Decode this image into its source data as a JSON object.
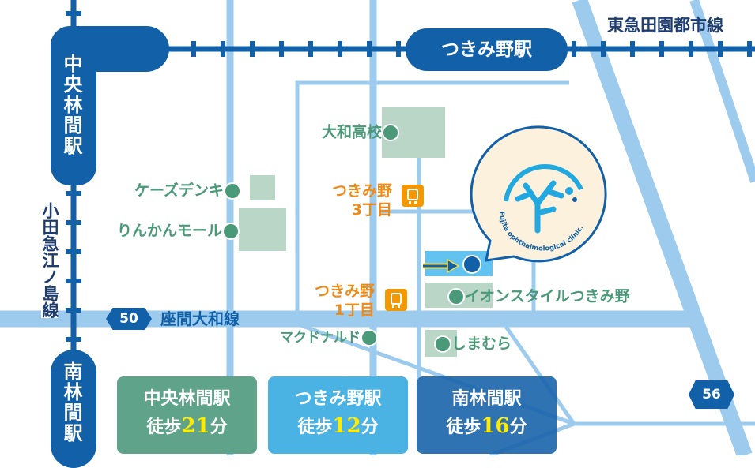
{
  "rail_lines": {
    "tokyu": "東急田園都市線",
    "odakyu": "小田急江ノ島線"
  },
  "stations": {
    "chuo_rinkan": "中央林間駅",
    "tsukimino": "つきみ野駅",
    "minami_rinkan": "南林間駅"
  },
  "roads": {
    "route50_number": "50",
    "route50_name": "座間大和線",
    "route56_number": "56"
  },
  "landmarks": {
    "yamato_high": "大和高校",
    "kscomputer": "ケーズデンキ",
    "rinkan_mall": "りんかんモール",
    "aeon": "イオンスタイルつきみ野",
    "mcdonalds": "マクドナルド",
    "shimamura": "しまむら"
  },
  "bus_stops": {
    "stop3_line1": "つきみ野",
    "stop3_line2": "3丁目",
    "stop1_line1": "つきみ野",
    "stop1_line2": "1丁目"
  },
  "clinic": {
    "name": "Fujita ophthalmological clinic."
  },
  "walk_boxes": [
    {
      "station": "中央林間駅",
      "walk": "徒歩",
      "minutes": "21",
      "unit": "分",
      "color": "#5fa48a"
    },
    {
      "station": "つきみ野駅",
      "walk": "徒歩",
      "minutes": "12",
      "unit": "分",
      "color": "#4bb2e4"
    },
    {
      "station": "南林間駅",
      "walk": "徒歩",
      "minutes": "16",
      "unit": "分",
      "color": "#2f78b5"
    }
  ],
  "colors": {
    "rail": "#1160a8",
    "road": "#9ccbee",
    "landmark": "#4a9978",
    "bus": "#f39800"
  }
}
